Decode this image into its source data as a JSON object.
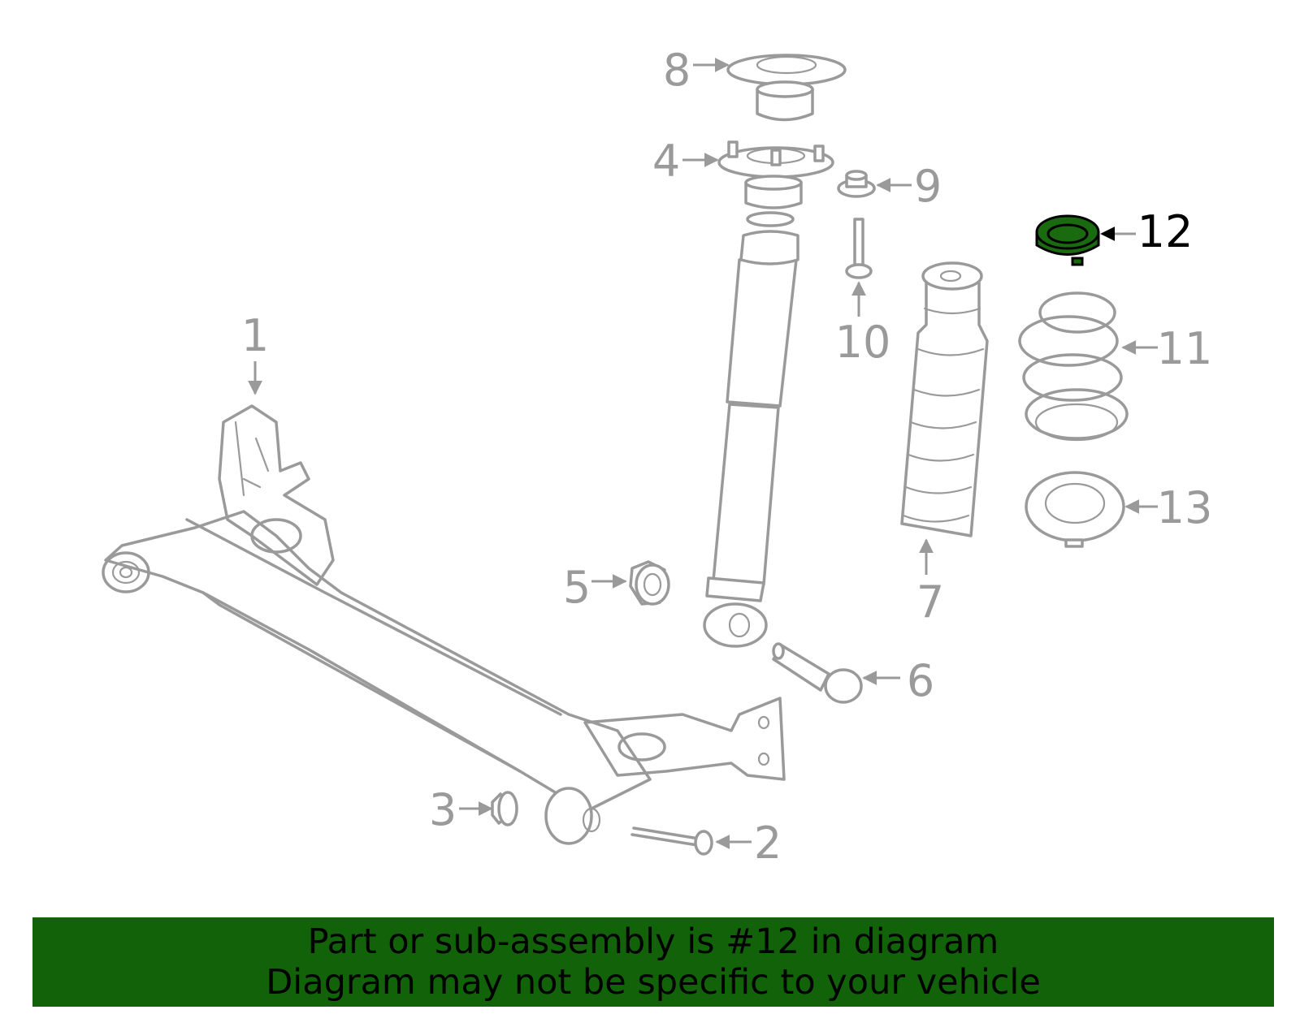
{
  "callouts": {
    "c1": "1",
    "c2": "2",
    "c3": "3",
    "c4": "4",
    "c5": "5",
    "c6": "6",
    "c7": "7",
    "c8": "8",
    "c9": "9",
    "c10": "10",
    "c11": "11",
    "c12": "12",
    "c13": "13"
  },
  "highlighted_part": "12",
  "colors": {
    "parts": "#9a9a9a",
    "highlight": "#1a6b10",
    "banner": "#116208",
    "text_highlight": "#000000"
  },
  "banner": {
    "line1": "Part or sub-assembly is #12 in diagram",
    "line2": "Diagram may not be specific to your vehicle"
  }
}
